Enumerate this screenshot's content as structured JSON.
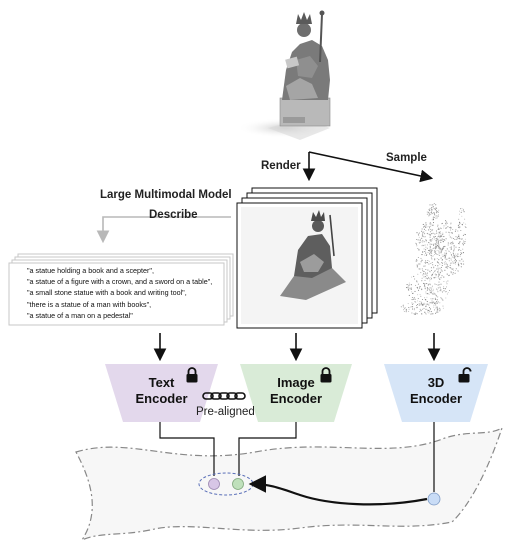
{
  "labels": {
    "render": "Render",
    "sample": "Sample",
    "lmm": "Large Multimodal Model",
    "describe": "Describe",
    "pre_aligned": "Pre-aligned"
  },
  "captions": [
    "\"a statue holding a book and a scepter\",",
    "\"a statue of a figure with a crown, and a sword on a table\",",
    "\"a small stone statue with a book and writing tool\",",
    "\"there is a statue of a man with books\",",
    "\"a statue of a man on a pedestal\""
  ],
  "encoders": {
    "text": {
      "line1": "Text",
      "line2": "Encoder",
      "color": "#e3d8ec",
      "lock": "locked"
    },
    "image": {
      "line1": "Image",
      "line2": "Encoder",
      "color": "#d9ebd7",
      "lock": "locked"
    },
    "threed": {
      "line1": "3D",
      "line2": "Encoder",
      "color": "#d6e5f7",
      "lock": "unlocked"
    }
  },
  "embedding_colors": {
    "text": "#d7c6e6",
    "image": "#bfe0bb",
    "threed": "#c9dcf6"
  },
  "icons": [
    "statue-photo",
    "rendered-view-stack",
    "point-cloud",
    "lock-icon",
    "unlock-icon",
    "chain-icon",
    "shared-embedding-space"
  ]
}
